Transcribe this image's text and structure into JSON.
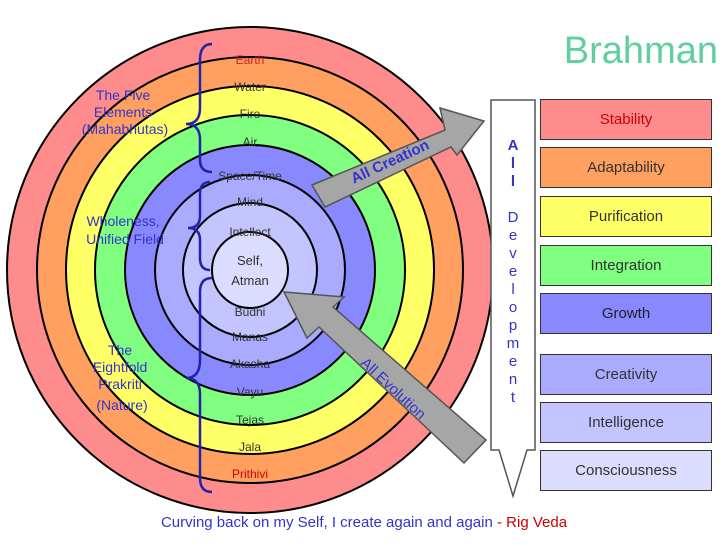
{
  "title": "Brahman",
  "rings": [
    {
      "outer": "Earth",
      "inner": "Prithivi",
      "color": "#ff8c8c"
    },
    {
      "outer": "Water",
      "inner": "Jala",
      "color": "#ffa060"
    },
    {
      "outer": "Fire",
      "inner": "Tejas",
      "color": "#ffff66"
    },
    {
      "outer": "Air",
      "inner": "Vayu",
      "color": "#80ff80"
    },
    {
      "outer": "Space/Time",
      "inner": "Akasha",
      "color": "#8888ff"
    },
    {
      "outer": "Mind",
      "inner": "Manas",
      "color": "#aaaaff"
    },
    {
      "outer": "Intellect",
      "inner": "Budhi",
      "color": "#c4c4ff"
    },
    {
      "outer": "Self,",
      "inner": "Atman",
      "color": "#dcdcff"
    }
  ],
  "groups": {
    "elements": [
      "The Five",
      "Elements",
      "(Mahabhutas)"
    ],
    "wholeness": [
      "Wholeness,",
      "Unified Field"
    ],
    "eightfold": [
      "The",
      "Eightfold",
      "Prakriti",
      "(Nature)"
    ]
  },
  "arrows": {
    "creation": "All Creation",
    "evolution": "All Evolution",
    "development_letters": [
      "A",
      "l",
      "l",
      "",
      "D",
      "e",
      "v",
      "e",
      "l",
      "o",
      "p",
      "m",
      "e",
      "n",
      "t"
    ]
  },
  "qualities": [
    {
      "label": "Stability",
      "color": "#ff8c8c",
      "text_color": "#cc0000"
    },
    {
      "label": "Adaptability",
      "color": "#ffa060",
      "text_color": "#333333"
    },
    {
      "label": "Purification",
      "color": "#ffff66",
      "text_color": "#333333"
    },
    {
      "label": "Integration",
      "color": "#80ff80",
      "text_color": "#333333"
    },
    {
      "label": "Growth",
      "color": "#8888ff",
      "text_color": "#222222"
    },
    {
      "label": "Creativity",
      "color": "#aaaaff",
      "text_color": "#333333"
    },
    {
      "label": "Intelligence",
      "color": "#c4c4ff",
      "text_color": "#333333"
    },
    {
      "label": "Consciousness",
      "color": "#dcdcff",
      "text_color": "#333333"
    }
  ],
  "caption": {
    "main": "Curving back on my Self, I create again and again",
    "separator": " - ",
    "source": "Rig Veda"
  },
  "colors": {
    "accent_blue": "#3333cc",
    "title_green": "#5fcfa0",
    "source_red": "#cc0000",
    "arrow_gray": "#a6a6a6"
  }
}
